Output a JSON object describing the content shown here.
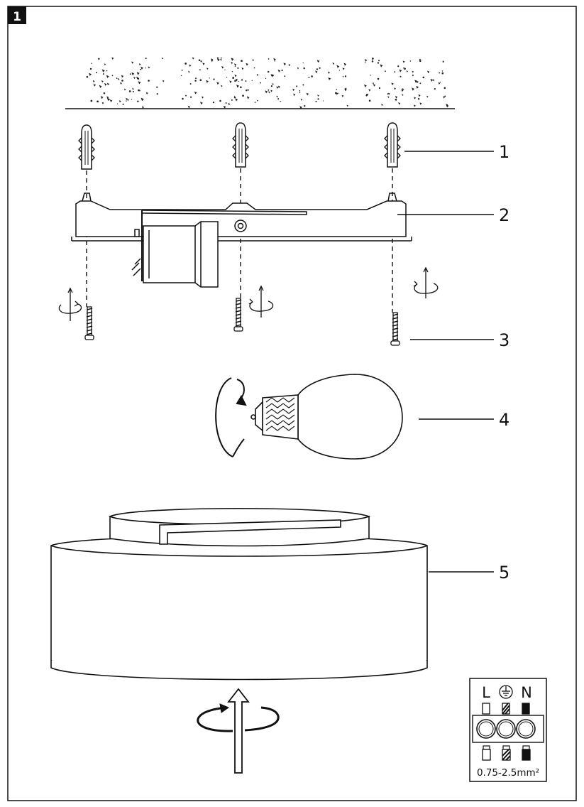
{
  "figure_number": "1",
  "callouts": {
    "c1": "1",
    "c2": "2",
    "c3": "3",
    "c4": "4",
    "c5": "5"
  },
  "terminal_block": {
    "label_l": "L",
    "label_n": "N",
    "earth_symbol": "earth-ground-icon",
    "wire_spec": "0.75-2.5mm²"
  },
  "colors": {
    "ink": "#111111",
    "background": "#ffffff"
  }
}
